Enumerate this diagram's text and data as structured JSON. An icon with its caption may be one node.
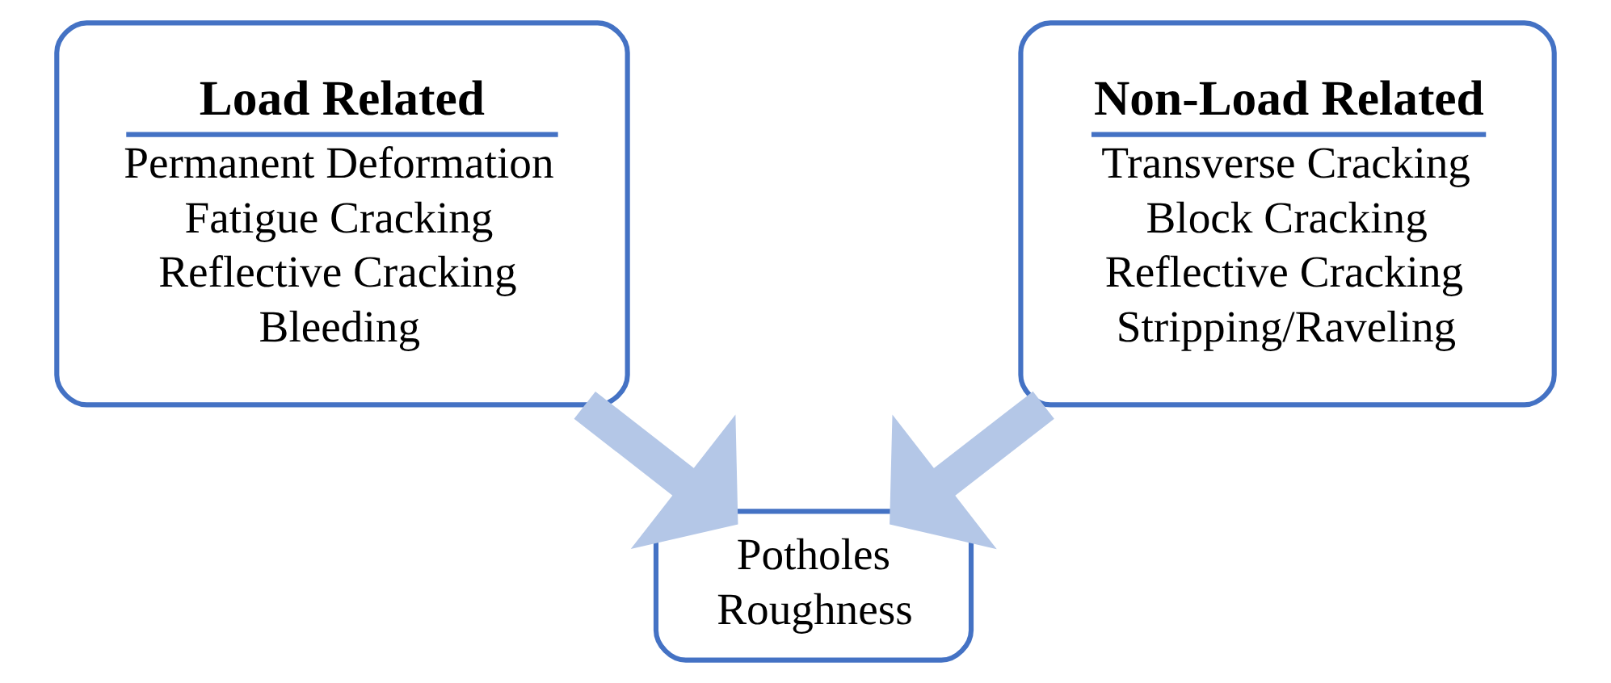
{
  "diagram": {
    "nodes": [
      {
        "text": [
          "Load Related",
          "Permanent Deformation",
          "Fatigue Cracking",
          "Reflective Cracking",
          "Bleeding"
        ]
      },
      {
        "text": [
          "Non-Load Related",
          "Transverse Cracking",
          "Block Cracking",
          "Reflective Cracking",
          "Stripping/Raveling"
        ]
      },
      {
        "text": [
          "Potholes",
          "Roughness"
        ]
      }
    ],
    "edges": [
      {
        "from": 0,
        "to": 2,
        "arrow": "to",
        "color": "#b4c7e7"
      },
      {
        "from": 1,
        "to": 2,
        "arrow": "to",
        "color": "#b4c7e7"
      }
    ]
  }
}
